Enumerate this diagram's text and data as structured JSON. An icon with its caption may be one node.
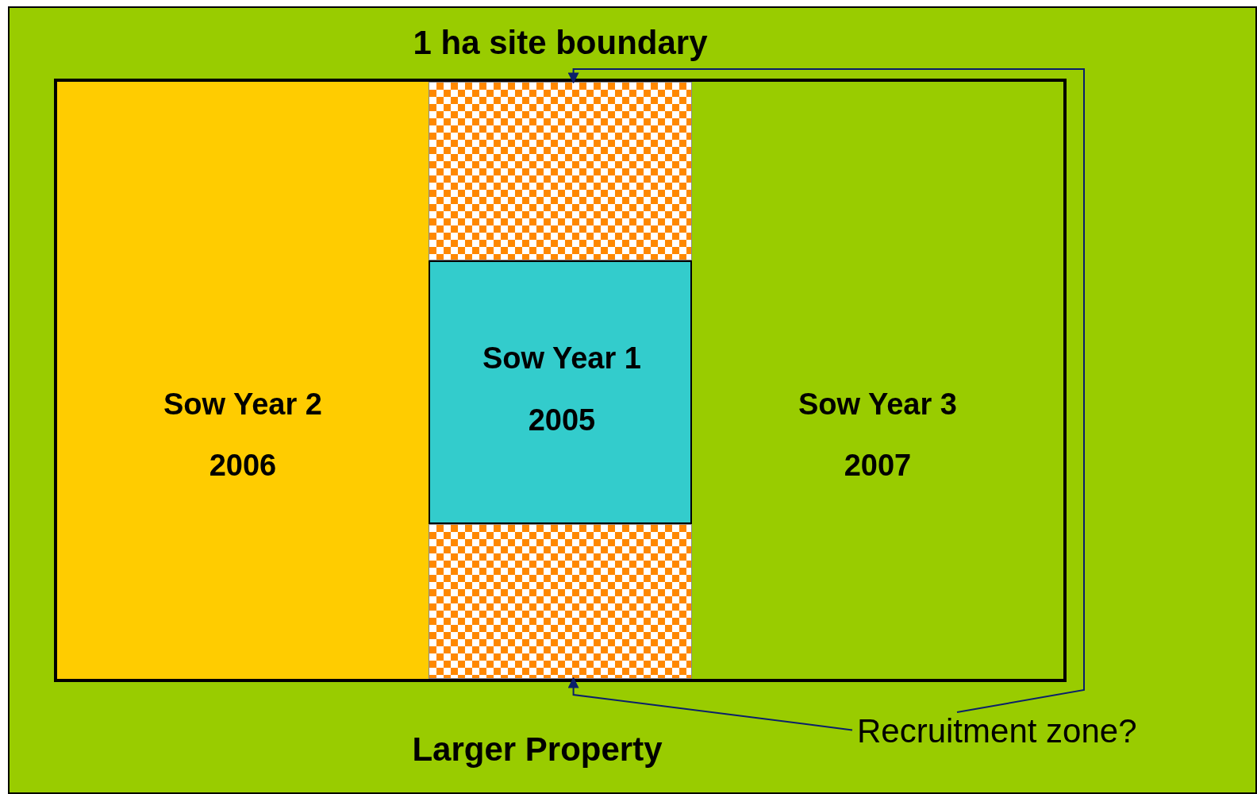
{
  "diagram": {
    "nodes": [
      {
        "text": [
          "Larger Property"
        ]
      },
      {
        "text": [
          "1 ha site boundary"
        ],
        "in": 0
      },
      {
        "text": [
          "Sow Year 2",
          "2006"
        ],
        "in": 1
      },
      {
        "text": [],
        "shape": "box",
        "in": 1
      },
      {
        "text": [
          "Sow Year 1",
          "2005"
        ],
        "in": 1
      },
      {
        "text": [],
        "shape": "box",
        "in": 1
      },
      {
        "text": [
          "Sow Year 3",
          "2007"
        ],
        "in": 1
      },
      {
        "text": [
          "Recruitment zone?"
        ],
        "in": 0
      }
    ],
    "edges": [
      {
        "from": 7,
        "to": 3,
        "arrow": "to"
      },
      {
        "from": 7,
        "to": 5,
        "arrow": "to"
      }
    ]
  }
}
